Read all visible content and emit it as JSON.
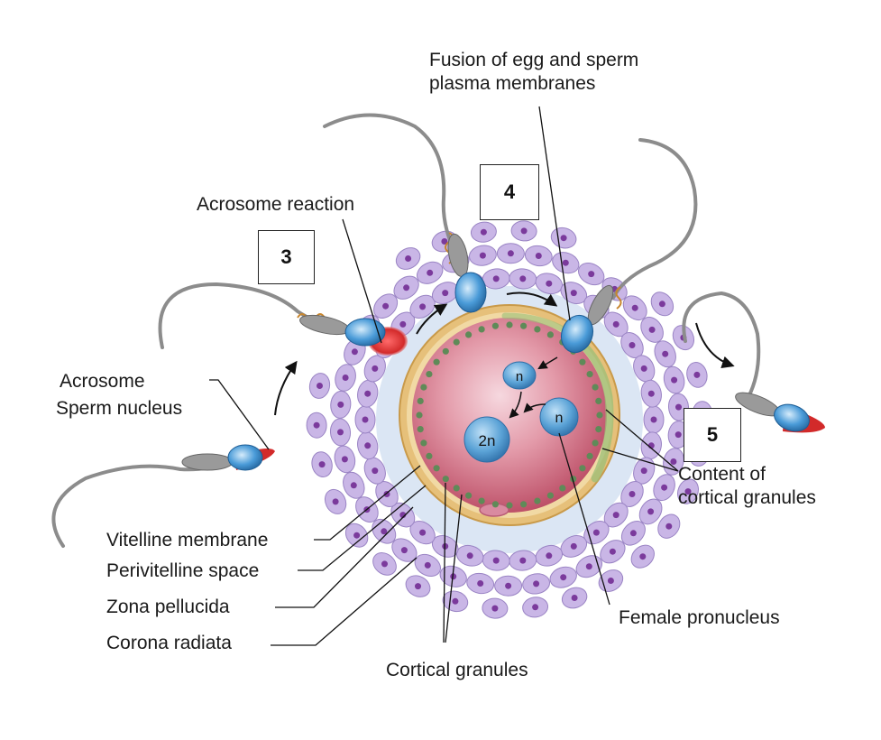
{
  "labels": {
    "fusion_line1": "Fusion of egg and sperm",
    "fusion_line2": "plasma membranes",
    "acrosome_reaction": "Acrosome reaction",
    "acrosome": "Acrosome",
    "sperm_nucleus": "Sperm nucleus",
    "vitelline_membrane": "Vitelline membrane",
    "perivitelline_space": "Perivitelline space",
    "zona_pellucida": "Zona pellucida",
    "corona_radiata": "Corona radiata",
    "cortical_granules": "Cortical granules",
    "female_pronucleus": "Female pronucleus",
    "content_line1": "Content of",
    "content_line2": "cortical granules"
  },
  "steps": {
    "s3": "3",
    "s4": "4",
    "s5": "5"
  },
  "nuclei": {
    "small_n": "n",
    "female_n": "n",
    "zygote": "2n"
  },
  "colors": {
    "corona_cell": "#c9b6e6",
    "corona_nucleus": "#7b3a9c",
    "zona": "#dbe6f4",
    "egg": "#c45a72",
    "vitelline": "#e0b56a",
    "granule": "#5f8a58",
    "sperm_head": "#3f8fd0",
    "acrosome": "#cc2a2a",
    "tail": "#8c8c8c"
  }
}
